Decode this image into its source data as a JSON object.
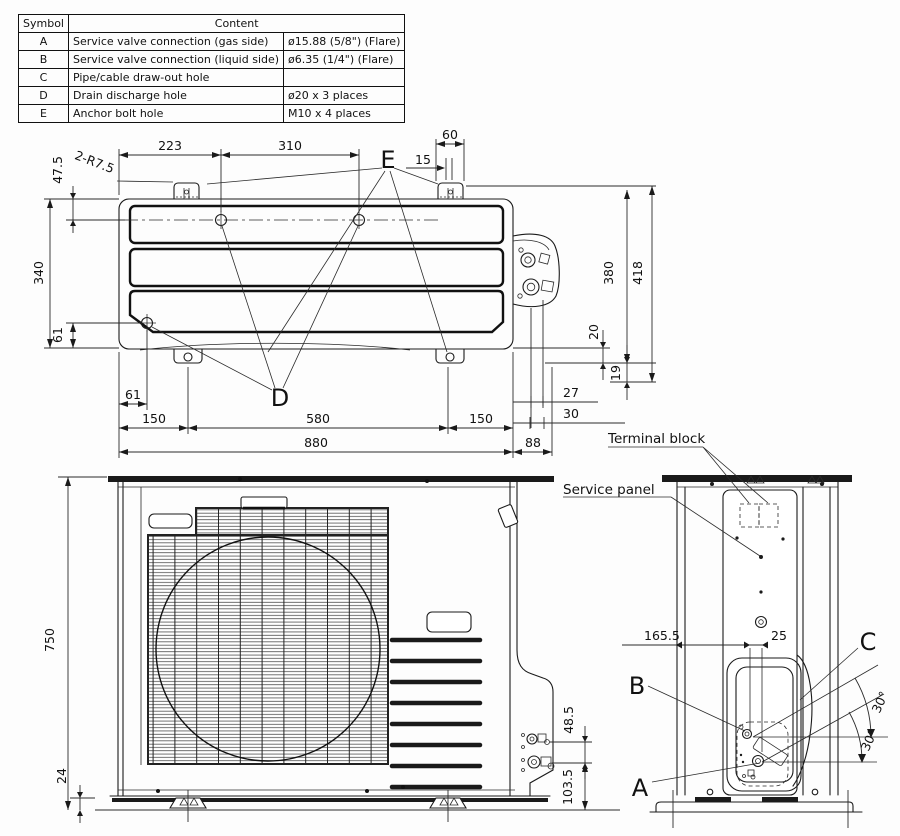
{
  "legend_table": {
    "headers": {
      "symbol": "Symbol",
      "content": "Content"
    },
    "rows": [
      {
        "symbol": "A",
        "content": "Service valve connection (gas side)",
        "spec": "ø15.88 (5/8\") (Flare)"
      },
      {
        "symbol": "B",
        "content": "Service valve connection (liquid side)",
        "spec": "ø6.35 (1/4\") (Flare)"
      },
      {
        "symbol": "C",
        "content": "Pipe/cable draw-out hole",
        "spec": ""
      },
      {
        "symbol": "D",
        "content": "Drain discharge hole",
        "spec": "ø20 x 3 places"
      },
      {
        "symbol": "E",
        "content": "Anchor bolt hole",
        "spec": "M10 x 4 places"
      }
    ]
  },
  "top_view": {
    "letter_e": "E",
    "letter_d": "D",
    "radius_note": "2-R7.5",
    "dim_223": "223",
    "dim_310": "310",
    "dim_60": "60",
    "dim_15": "15",
    "dim_47_5": "47.5",
    "dim_340": "340",
    "dim_61_side": "61",
    "dim_61_bottom": "61",
    "dim_150_left": "150",
    "dim_580": "580",
    "dim_150_right": "150",
    "dim_880": "880",
    "dim_88": "88",
    "dim_27": "27",
    "dim_30": "30",
    "dim_20": "20",
    "dim_19": "19",
    "dim_380": "380",
    "dim_418": "418"
  },
  "front_view": {
    "dim_750": "750",
    "dim_24": "24",
    "dim_48_5": "48.5",
    "dim_103_5": "103.5"
  },
  "side_view": {
    "label_terminal_block": "Terminal block",
    "label_service_panel": "Service panel",
    "letter_a": "A",
    "letter_b": "B",
    "letter_c": "C",
    "dim_165_5": "165.5",
    "dim_25": "25",
    "angle_upper": "30°",
    "angle_lower": "30°"
  }
}
